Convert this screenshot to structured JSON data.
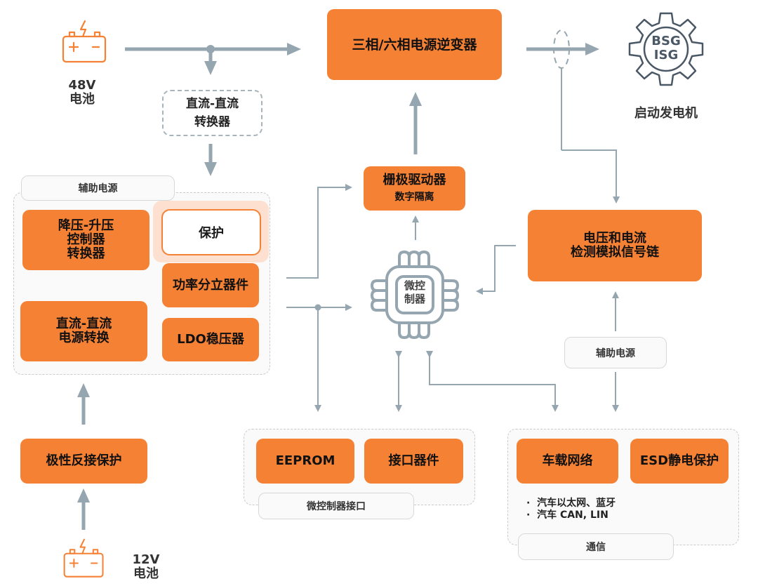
{
  "colors": {
    "orange": "#f58134",
    "wire": "#96a6b0",
    "gear": "#4a5866",
    "battery": "#f58134"
  },
  "battery_48v": {
    "icon": "battery-icon",
    "label": "48V\n电池"
  },
  "battery_12v": {
    "icon": "battery-icon",
    "label": "12V\n电池"
  },
  "dcdc_converter": {
    "label": "直流-直流\n转换器"
  },
  "inverter": {
    "label": "三相/六相电源逆变器"
  },
  "motor": {
    "icon": "gear-icon",
    "badge": "BSG\nISG",
    "label": "启动发电机"
  },
  "gate_driver": {
    "title": "栅极驱动器",
    "subtitle": "数字隔离"
  },
  "mcu": {
    "icon": "chip-icon",
    "label": "微控\n制器"
  },
  "sense_chain": {
    "label": "电压和电流\n检测模拟信号链"
  },
  "aux_power_group": {
    "tag": "辅助电源",
    "buck_boost": "降压-升压\n控制器\n转换器",
    "protection": "保护",
    "power_discrete": "功率分立器件",
    "dcdc_power": "直流-直流\n电源转换",
    "ldo": "LDO稳压器"
  },
  "reverse_polarity": {
    "label": "极性反接保护"
  },
  "aux_power_right": {
    "tag": "辅助电源"
  },
  "mcu_interface_group": {
    "tag": "微控制器接口",
    "eeprom": "EEPROM",
    "interface": "接口器件"
  },
  "comm_group": {
    "tag": "通信",
    "network": "车载网络",
    "esd": "ESD静电保护",
    "bullets": [
      "汽车以太网、蓝牙",
      "汽车 CAN, LIN"
    ]
  }
}
